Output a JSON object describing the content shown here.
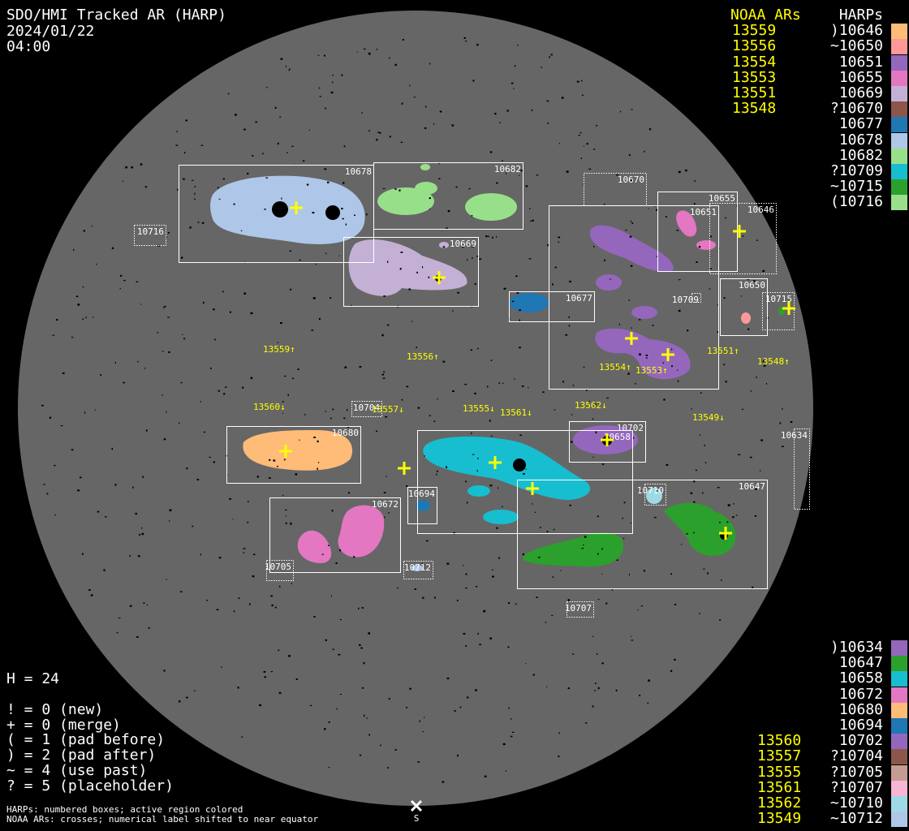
{
  "header": {
    "title": "SDO/HMI Tracked AR (HARP)",
    "date": "2024/01/22",
    "time": "04:00"
  },
  "legend_top": {
    "noaa_heading": "NOAA ARs",
    "harps_heading": "HARPs",
    "noaa": [
      "13559",
      "13556",
      "13554",
      "13553",
      "13551",
      "13548"
    ],
    "harps": [
      {
        "label": ")10646",
        "color": "#ffbb78"
      },
      {
        "label": "~10650",
        "color": "#ff9896"
      },
      {
        "label": "10651",
        "color": "#9467bd"
      },
      {
        "label": "10655",
        "color": "#e377c2"
      },
      {
        "label": "10669",
        "color": "#c5b0d5"
      },
      {
        "label": "?10670",
        "color": "#8c564b"
      },
      {
        "label": "10677",
        "color": "#1f77b4"
      },
      {
        "label": "10678",
        "color": "#aec7e8"
      },
      {
        "label": "10682",
        "color": "#98df8a"
      },
      {
        "label": "?10709",
        "color": "#17becf"
      },
      {
        "label": "~10715",
        "color": "#2ca02c"
      },
      {
        "label": "(10716",
        "color": "#98df8a"
      }
    ]
  },
  "legend_bottom": {
    "noaa": [
      "",
      "",
      "",
      "",
      "",
      "",
      "13560",
      "13557",
      "13555",
      "13561",
      "13562",
      "13549"
    ],
    "harps": [
      {
        "label": ")10634",
        "color": "#9467bd"
      },
      {
        "label": "10647",
        "color": "#2ca02c"
      },
      {
        "label": "10658",
        "color": "#17becf"
      },
      {
        "label": "10672",
        "color": "#e377c2"
      },
      {
        "label": "10680",
        "color": "#ffbb78"
      },
      {
        "label": "10694",
        "color": "#1f77b4"
      },
      {
        "label": "10702",
        "color": "#9467bd"
      },
      {
        "label": "?10704",
        "color": "#8c564b"
      },
      {
        "label": "?10705",
        "color": "#c49c94"
      },
      {
        "label": "?10707",
        "color": "#f7b6d2"
      },
      {
        "label": "~10710",
        "color": "#9edae5"
      },
      {
        "label": "~10712",
        "color": "#aec7e8"
      }
    ]
  },
  "stats": {
    "h": "H = 24",
    "keys": [
      "! = 0 (new)",
      "+ = 0 (merge)",
      "( = 1 (pad before)",
      ") = 2 (pad after)",
      "~ = 4 (use past)",
      "? = 5 (placeholder)"
    ]
  },
  "footer": [
    "HARPs: numbered boxes; active region colored",
    "NOAA ARs: crosses; numerical label shifted to near equator"
  ],
  "south_label": "S",
  "disk": {
    "harp_boxes": [
      "10678",
      "10682",
      "10716",
      "10669",
      "10670",
      "10655",
      "10651",
      "10646",
      "10677",
      "10709",
      "10650",
      "10715",
      "10680",
      "10704",
      "10702",
      "10658",
      "10634",
      "10694",
      "10710",
      "10647",
      "10672",
      "10705",
      "10712",
      "10707"
    ],
    "noaa_labels": [
      "13559↑",
      "13556↑",
      "13554↑",
      "13553↑",
      "13551↑",
      "13548↑",
      "13560↓",
      "13557↓",
      "13555↓",
      "13561↓",
      "13562↓",
      "13549↓"
    ]
  }
}
